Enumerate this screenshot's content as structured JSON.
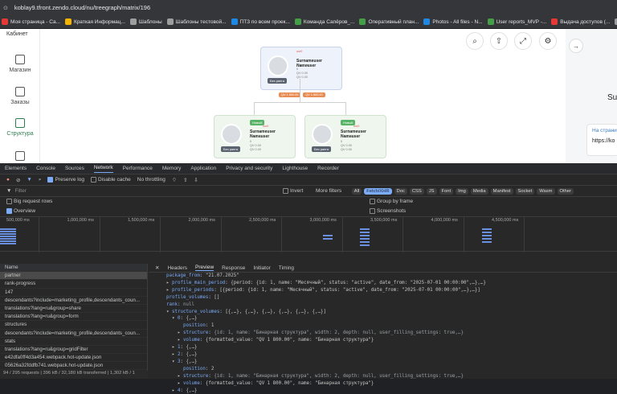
{
  "browser": {
    "url": "koblay9.tfront.zendo.cloud/nu/treegraph/matrix/196",
    "bookmarks": [
      {
        "label": "Моя страница - Са...",
        "color": "#e53935"
      },
      {
        "label": "Краткая Информац...",
        "color": "#f4b400"
      },
      {
        "label": "Шаблоны",
        "color": "#9e9e9e"
      },
      {
        "label": "Шаблоны тестовой...",
        "color": "#9e9e9e"
      },
      {
        "label": "ПТЗ по всем проек...",
        "color": "#1e88e5"
      },
      {
        "label": "Команда Сапёров_...",
        "color": "#43a047"
      },
      {
        "label": "Оперативный план...",
        "color": "#43a047"
      },
      {
        "label": "Photos - All files - N...",
        "color": "#1e88e5"
      },
      {
        "label": "User reports_MVP -...",
        "color": "#43a047"
      },
      {
        "label": "Выдача доступов (...",
        "color": "#e53935"
      },
      {
        "label": "Select user_clours...",
        "color": "#9e9e9e"
      }
    ]
  },
  "sidebar": {
    "title": "Кабинет",
    "items": [
      {
        "label": "Магазин"
      },
      {
        "label": "Заказы"
      },
      {
        "label": "Структура"
      }
    ]
  },
  "tree": {
    "root": {
      "badge": "",
      "role": "usr0",
      "name": "Surnameuser Nameuser",
      "status": "Premium",
      "rank": "0",
      "qv1": "QV 0.00",
      "qv2": "QV 0.00",
      "nobadge": "Без ранга",
      "qvleft": "QV 1 800.00",
      "qvright": "QV 1 800.00"
    },
    "children": [
      {
        "badge": "Новый",
        "role": "usr0",
        "name": "Surnameuser Nameuser",
        "status": "Premium",
        "rank": "0",
        "qv1": "QV 0.00",
        "qv2": "QV 0.00",
        "nobadge": "Без ранга"
      },
      {
        "badge": "Новый",
        "role": "usr0",
        "name": "Surnameuser Nameuser",
        "status": "Premium",
        "rank": "0",
        "qv1": "QV 0.00",
        "qv2": "QV 0.00",
        "nobadge": "Без ранга"
      }
    ],
    "toolbar_icons": [
      "search-icon",
      "share-icon",
      "expand-icon",
      "settings-icon"
    ]
  },
  "right_panel": {
    "title_fragment": "Su",
    "link": "На страни",
    "https": "https://ko"
  },
  "devtools": {
    "tabs": [
      "Elements",
      "Console",
      "Sources",
      "Network",
      "Performance",
      "Memory",
      "Application",
      "Privacy and security",
      "Lighthouse",
      "Recorder"
    ],
    "active_tab": "Network",
    "toolbar": {
      "preserve_log": "Preserve log",
      "disable_cache": "Disable cache",
      "throttle": "No throttling"
    },
    "filter_placeholder": "Filter",
    "invert": "Invert",
    "more_filters": "More filters",
    "types": [
      "All",
      "Fetch/XHR",
      "Doc",
      "CSS",
      "JS",
      "Font",
      "Img",
      "Media",
      "Manifest",
      "Socket",
      "Wasm",
      "Other"
    ],
    "selected_type": "Fetch/XHR",
    "options": {
      "big_request": "Big request rows",
      "overview": "Overview",
      "group_frame": "Group by frame",
      "screenshots": "Screenshots"
    },
    "timeline_ticks": [
      "500,000 ms",
      "1,000,000 ms",
      "1,500,000 ms",
      "2,000,000 ms",
      "2,500,000 ms",
      "3,000,000 ms",
      "3,500,000 ms",
      "4,000,000 ms",
      "4,500,000 ms"
    ],
    "requests_header": "Name",
    "requests": [
      "partner",
      "rank-progress",
      "147",
      "descendants?include=marketing_profile,descendants_coun...",
      "translations?lang=ru&group=share",
      "translations?lang=ru&group=form",
      "structures",
      "descendants?include=marketing_profile,descendants_coun...",
      "stats",
      "translations?lang=ru&group=gridFilter",
      "e42dfa0ff4d3a454.webpack.hot-update.json",
      "05626a32fddfb741.webpack.hot-update.json"
    ],
    "footer": "94 / 295 requests | 396 kB / 32,180 kB transferred | 1,302 kB / 1",
    "preview_tabs": [
      "Headers",
      "Preview",
      "Response",
      "Initiator",
      "Timing"
    ],
    "preview_active": "Preview",
    "json_lines": [
      "package_from: \"21.07.2025\"",
      "▸ profile_main_period: {period: {id: 1, name: \"Месячный\", status: \"active\", date_from: \"2025-07-01 00:00:00\",…},…}",
      "▸ profile_periods: [{period: {id: 1, name: \"Месячный\", status: \"active\", date_from: \"2025-07-01 00:00:00\",…},…}]",
      "profile_volumes: []",
      "rank: null",
      "▾ structure_volumes: [{,…}, {,…}, {,…}, {,…}, {,…}, {,…}]",
      "  ▾ 0: {,…}",
      "      position: 1",
      "    ▸ structure: {id: 1, name: \"Бинарная структура\", width: 2, depth: null, user_filling_settings: true,…}",
      "    ▸ volume: {formatted_value: \"QV 1 800.00\", name: \"Бинарная структура\"}",
      "  ▸ 1: {,…}",
      "  ▸ 2: {,…}",
      "  ▾ 3: {,…}",
      "      position: 2",
      "    ▸ structure: {id: 1, name: \"Бинарная структура\", width: 2, depth: null, user_filling_settings: true,…}",
      "    ▸ volume: {formatted_value: \"QV 1 800.00\", name: \"Бинарная структура\"}",
      "  ▸ 4: {,…}"
    ]
  }
}
